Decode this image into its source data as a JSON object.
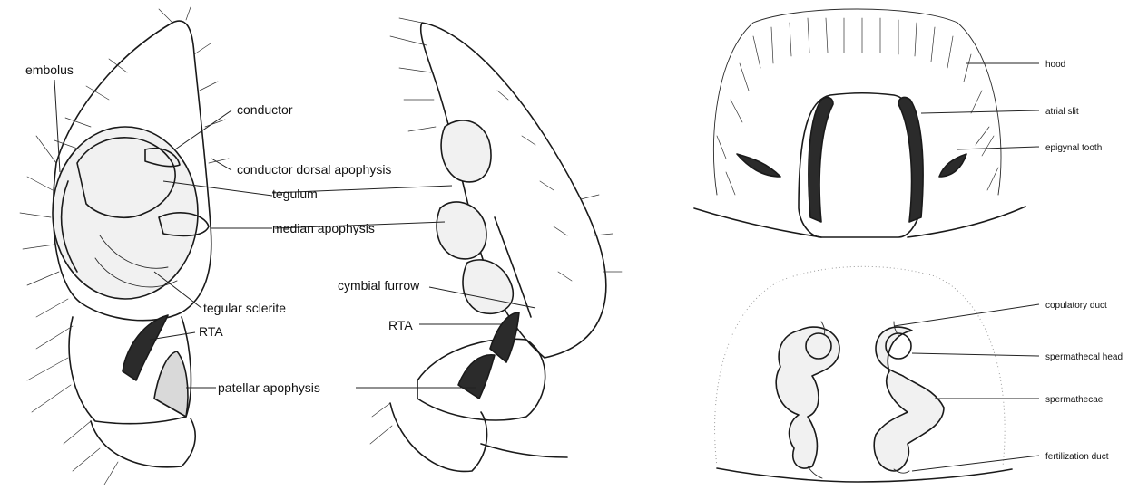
{
  "labels": {
    "embolus": "embolus",
    "conductor": "conductor",
    "conductor_dorsal_apophysis": "conductor dorsal apophysis",
    "tegulum": "tegulum",
    "median_apophysis": "median apophysis",
    "tegular_sclerite": "tegular sclerite",
    "rta_left": "RTA",
    "patellar_apophysis": "patellar apophysis",
    "cymbial_furrow": "cymbial furrow",
    "rta_right": "RTA",
    "hood": "hood",
    "atrial_slit": "atrial slit",
    "epigynal_tooth": "epigynal tooth",
    "copulatory_duct": "copulatory duct",
    "spermathecal_head": "spermathecal head",
    "spermathecae": "spermathecae",
    "fertilization_duct": "fertilization duct"
  }
}
